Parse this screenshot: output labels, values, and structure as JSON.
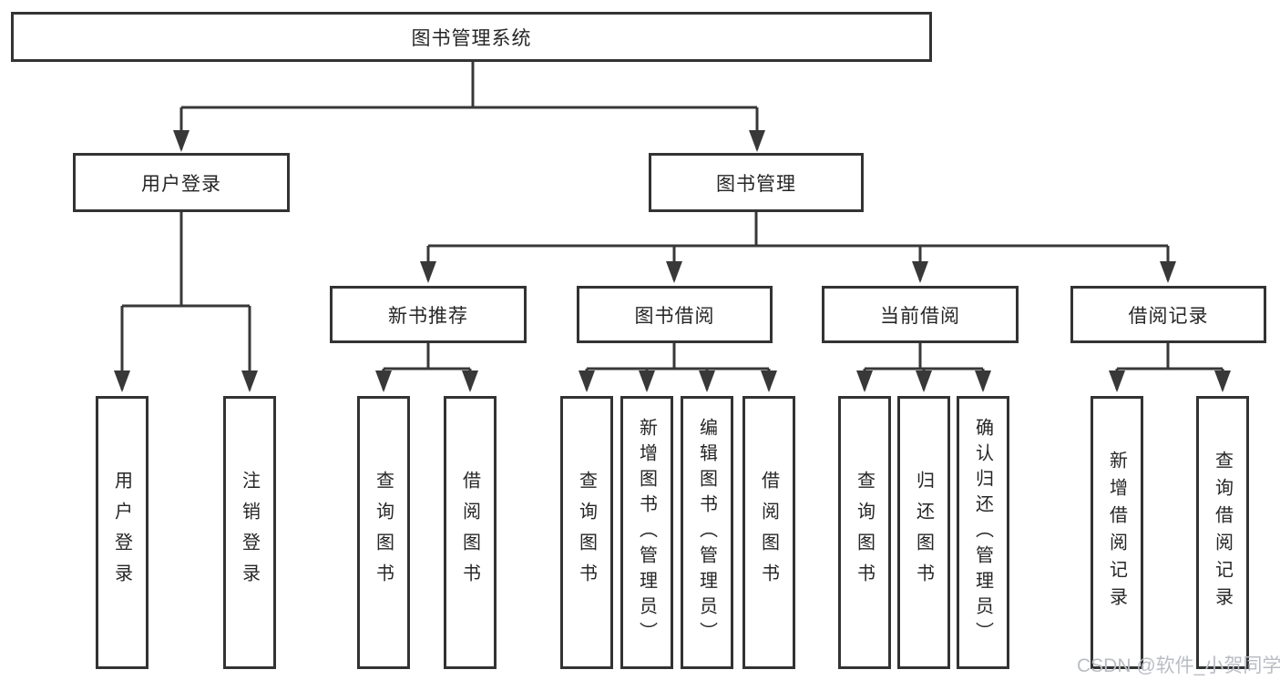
{
  "tree": {
    "label": "图书管理系统",
    "children": [
      {
        "label": "用户登录",
        "children": [
          {
            "label": "用户登录"
          },
          {
            "label": "注销登录"
          }
        ]
      },
      {
        "label": "图书管理",
        "children": [
          {
            "label": "新书推荐",
            "children": [
              {
                "label": "查询图书"
              },
              {
                "label": "借阅图书"
              }
            ]
          },
          {
            "label": "图书借阅",
            "children": [
              {
                "label": "查询图书"
              },
              {
                "label": "新增图书（管理员）"
              },
              {
                "label": "编辑图书（管理员）"
              },
              {
                "label": "借阅图书"
              }
            ]
          },
          {
            "label": "当前借阅",
            "children": [
              {
                "label": "查询图书"
              },
              {
                "label": "归还图书"
              },
              {
                "label": "确认归还（管理员）"
              }
            ]
          },
          {
            "label": "借阅记录",
            "children": [
              {
                "label": "新增借阅记录"
              },
              {
                "label": "查询借阅记录"
              }
            ]
          }
        ]
      }
    ]
  },
  "watermark": "CSDN @软件_小贺同学",
  "colors": {
    "line": "#383838",
    "box_border": "#333333",
    "box_background": "#ffffff",
    "text": "#262626",
    "watermark": "#b9bdc3"
  }
}
